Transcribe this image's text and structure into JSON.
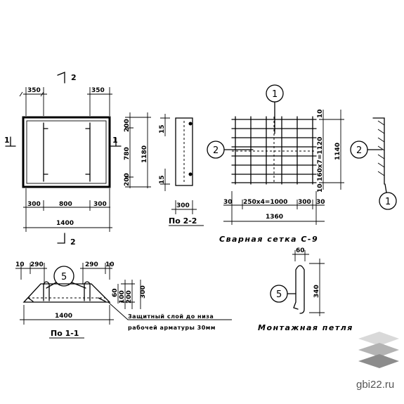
{
  "plan_view": {
    "section_mark": "2",
    "section_mark_bottom": "2",
    "side_mark_left": "1",
    "side_mark_right": "1",
    "dim_top_left": "350",
    "dim_top_right": "350",
    "dim_bottom_parts": [
      "300",
      "800",
      "300"
    ],
    "dim_bottom_total": "1400",
    "dim_right_parts": [
      "200",
      "780",
      "200"
    ],
    "dim_right_total": "1180"
  },
  "section_2_2": {
    "dim_top": "15",
    "dim_bottom": "15",
    "dim_width": "300",
    "caption": "По 2-2"
  },
  "mesh": {
    "callout_top": "1",
    "callout_left": "2",
    "dim_right_top": "10",
    "dim_right_middle": "160x7=1120",
    "dim_right_bottom": "10",
    "dim_right_total": "1140",
    "dim_bottom_parts": [
      "30",
      "250x4=1000",
      "300",
      "30"
    ],
    "dim_bottom_total": "1360",
    "caption": "Сварная сетка С-9",
    "side_callout_top": "2",
    "side_callout_bottom": "1"
  },
  "section_1_1": {
    "dim_top_left": [
      "10",
      "290"
    ],
    "dim_top_right": [
      "290",
      "10"
    ],
    "callout": "5",
    "dim_right_parts": [
      "60",
      "100",
      "200",
      "300"
    ],
    "dim_bottom_total": "1400",
    "caption": "По 1-1",
    "note_line1": "Защитный слой до низа",
    "note_line2": "рабочей арматуры 30мм"
  },
  "lifting_loop": {
    "dim_top": "60",
    "dim_height": "340",
    "callout": "5",
    "caption": "Монтажная петля"
  },
  "watermark": {
    "text": "gbi22.ru",
    "logo_colors": [
      "#d9d9d9",
      "#b3b3b3",
      "#8c8c8c"
    ]
  }
}
